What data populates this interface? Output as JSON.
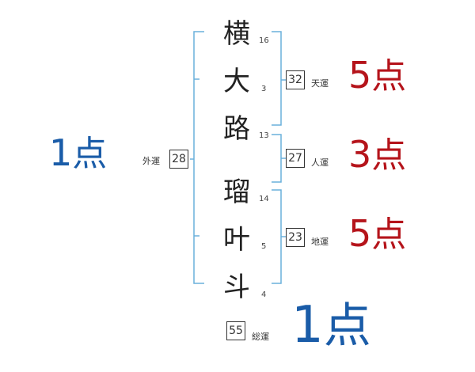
{
  "name_chars": [
    {
      "char": "横",
      "strokes": "16"
    },
    {
      "char": "大",
      "strokes": "3"
    },
    {
      "char": "路",
      "strokes": "13"
    },
    {
      "char": "瑠",
      "strokes": "14"
    },
    {
      "char": "叶",
      "strokes": "5"
    },
    {
      "char": "斗",
      "strokes": "4"
    }
  ],
  "fortunes": {
    "gaiun": {
      "label": "外運",
      "value": "28"
    },
    "tenun": {
      "label": "天運",
      "value": "32"
    },
    "jinun": {
      "label": "人運",
      "value": "27"
    },
    "chiun": {
      "label": "地運",
      "value": "23"
    },
    "souun": {
      "label": "総運",
      "value": "55"
    }
  },
  "scores": {
    "gaiun": {
      "num": "1",
      "unit": "点"
    },
    "tenun": {
      "num": "5",
      "unit": "点"
    },
    "jinun": {
      "num": "3",
      "unit": "点"
    },
    "chiun": {
      "num": "5",
      "unit": "点"
    },
    "souun": {
      "num": "1",
      "unit": "点"
    }
  },
  "colors": {
    "bracket": "#6ab0dc",
    "good": "#b5141b",
    "bad": "#1a5ca8"
  }
}
